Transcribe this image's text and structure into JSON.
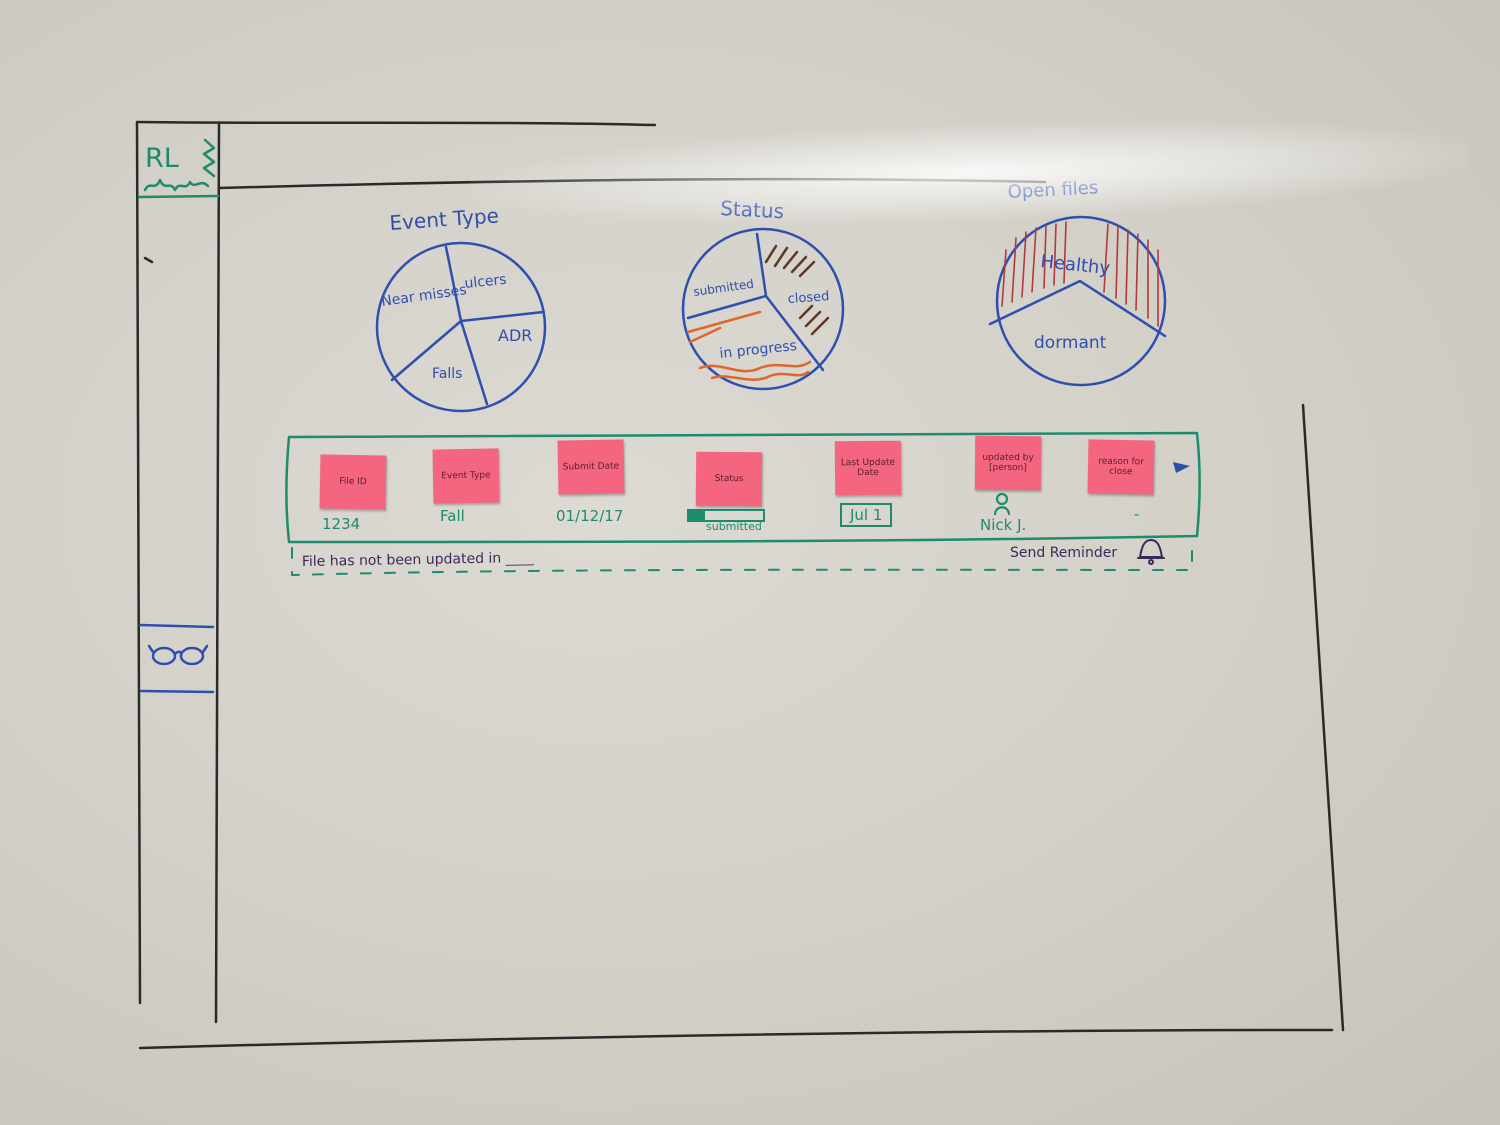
{
  "logo": {
    "text": "RL"
  },
  "charts": {
    "event_type": {
      "title": "Event Type",
      "slices": [
        "Near misses",
        "ulcers",
        "ADR",
        "Falls"
      ]
    },
    "status": {
      "title": "Status",
      "slices": [
        "submitted",
        "closed",
        "in progress"
      ]
    },
    "open_files": {
      "title": "Open files",
      "slices": [
        "Healthy",
        "dormant"
      ]
    }
  },
  "table": {
    "columns": [
      {
        "header": "File ID",
        "value": "1234"
      },
      {
        "header": "Event Type",
        "value": "Fall"
      },
      {
        "header": "Submit Date",
        "value": "01/12/17"
      },
      {
        "header": "Status",
        "value": "submitted"
      },
      {
        "header": "Last Update Date",
        "value": "Jul 1"
      },
      {
        "header": "updated by [person]",
        "value": "Nick J."
      },
      {
        "header": "reason for close",
        "value": "-"
      }
    ]
  },
  "alert": {
    "text": "File has not been updated in ____",
    "action": "Send Reminder"
  },
  "colors": {
    "marker_blue": "#2f4fae",
    "marker_green": "#1d8c6c",
    "marker_orange": "#e0662a",
    "marker_brown": "#5a3a22",
    "marker_red": "#b33a3a",
    "sticky_pink": "#f4657f",
    "marker_black": "#2a2a2a"
  },
  "icons": {
    "nav_secondary": "glasses-icon",
    "reminder": "bell-icon",
    "person": "person-icon",
    "row_menu": "triangle-icon"
  }
}
